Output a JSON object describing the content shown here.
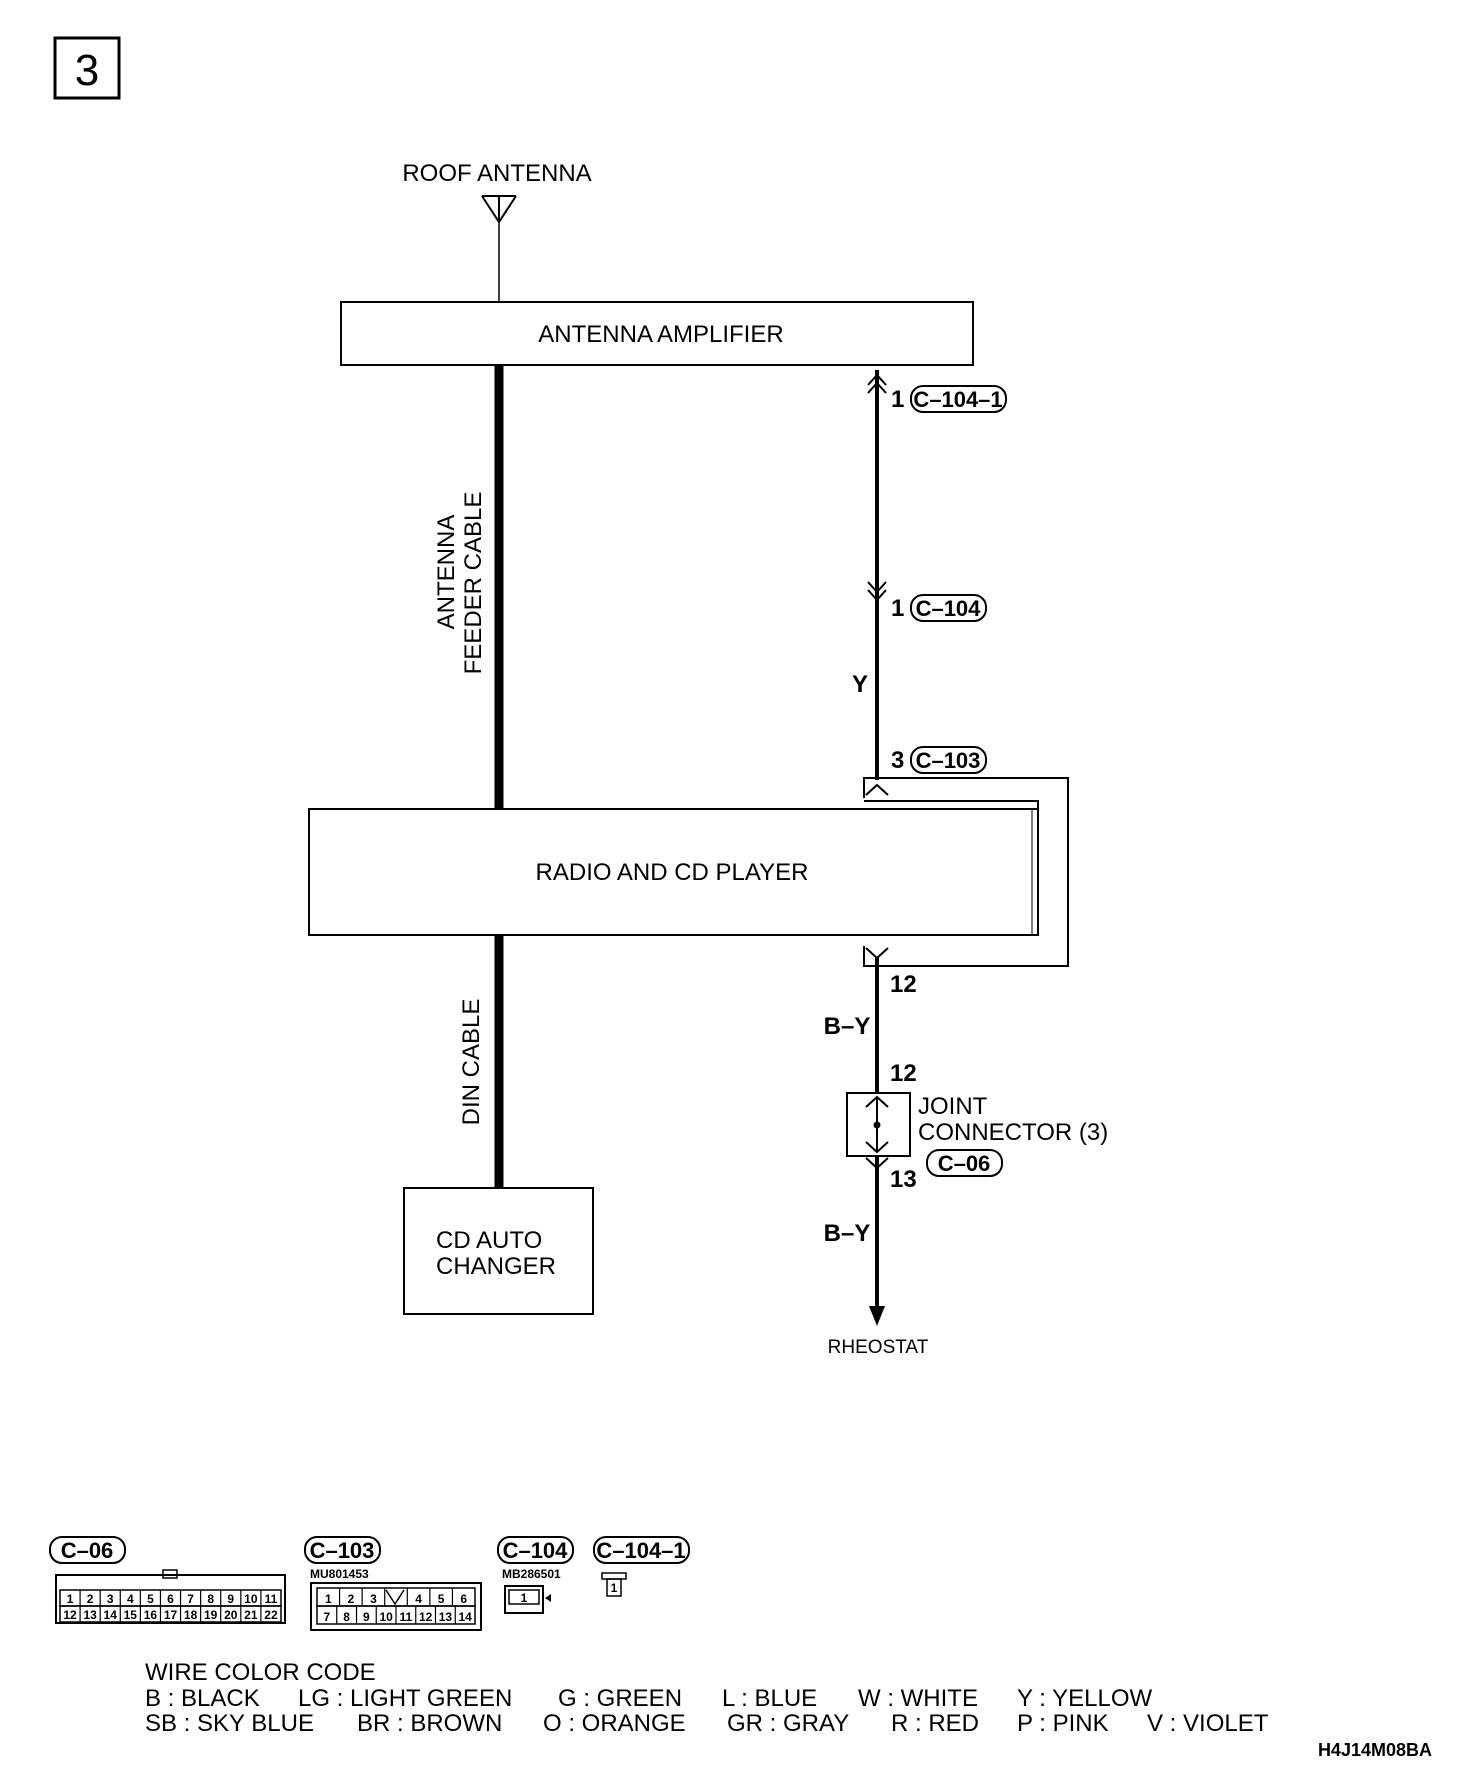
{
  "page_number": "3",
  "components": {
    "roof_antenna": "ROOF ANTENNA",
    "antenna_amplifier": "ANTENNA AMPLIFIER",
    "radio_cd_player": "RADIO AND CD PLAYER",
    "cd_auto_changer_line1": "CD AUTO",
    "cd_auto_changer_line2": "CHANGER",
    "joint_connector_line1": "JOINT",
    "joint_connector_line2": "CONNECTOR (3)",
    "rheostat": "RHEOSTAT"
  },
  "cables": {
    "antenna_feeder_line1": "ANTENNA",
    "antenna_feeder_line2": "FEEDER CABLE",
    "din_cable": "DIN CABLE"
  },
  "wires": {
    "y": "Y",
    "by_upper": "B–Y",
    "by_lower": "B–Y"
  },
  "pins": {
    "amp_pin": "1",
    "c104_pin": "1",
    "c103_pin": "3",
    "radio_out_pin": "12",
    "joint_in_pin": "12",
    "joint_out_pin": "13"
  },
  "connector_tags": {
    "c104_1": "C–104–1",
    "c104": "C–104",
    "c103": "C–103",
    "c06": "C–06"
  },
  "connector_legend": {
    "c06": {
      "tag": "C–06",
      "row1": [
        "1",
        "2",
        "3",
        "4",
        "5",
        "6",
        "7",
        "8",
        "9",
        "10",
        "11"
      ],
      "row2": [
        "12",
        "13",
        "14",
        "15",
        "16",
        "17",
        "18",
        "19",
        "20",
        "21",
        "22"
      ]
    },
    "c103": {
      "tag": "C–103",
      "part": "MU801453",
      "row1": [
        "1",
        "2",
        "3",
        "",
        "4",
        "5",
        "6"
      ],
      "row2": [
        "7",
        "8",
        "9",
        "10",
        "11",
        "12",
        "13",
        "14"
      ]
    },
    "c104": {
      "tag": "C–104",
      "part": "MB286501",
      "pin": "1"
    },
    "c104_1": {
      "tag": "C–104–1",
      "pin": "1"
    }
  },
  "wire_color_code": {
    "title": "WIRE COLOR CODE",
    "line1": [
      "B : BLACK",
      "LG : LIGHT GREEN",
      "G : GREEN",
      "L : BLUE",
      "W : WHITE",
      "Y : YELLOW"
    ],
    "line2": [
      "SB : SKY BLUE",
      "BR : BROWN",
      "O : ORANGE",
      "GR : GRAY",
      "R : RED",
      "P : PINK",
      "V : VIOLET"
    ]
  },
  "figure_code": "H4J14M08BA"
}
